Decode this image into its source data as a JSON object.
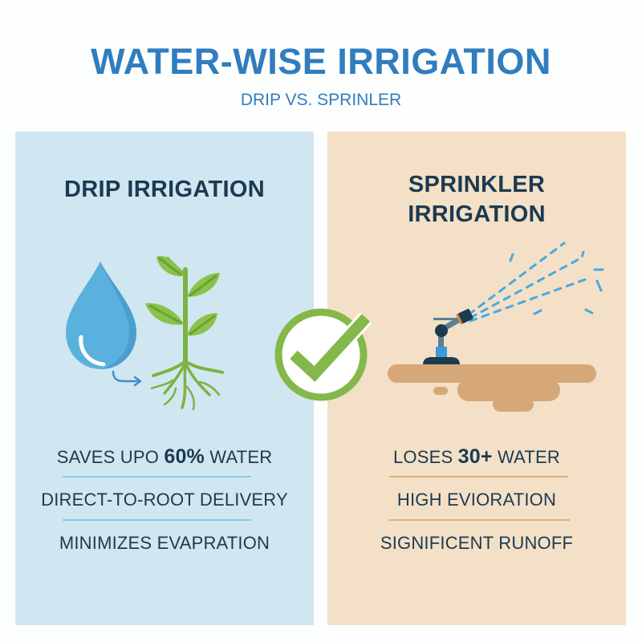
{
  "header": {
    "title": "WATER-WISE IRRIGATION",
    "subtitle": "DRIP VS. SPRINLER"
  },
  "colors": {
    "title_blue": "#2f7dbf",
    "heading_navy": "#1c3a50",
    "drip_panel_bg": "#d0e7f1",
    "sprinkler_panel_bg": "#f3e0c7",
    "drip_divider": "#8ec8e6",
    "sprinkler_divider": "#e0b27c",
    "check_green": "#84b84a",
    "water_blue": "#5bb1dd",
    "leaf_green": "#8bc34a",
    "soil_tan": "#d6a877",
    "spray_blue": "#4aa9de"
  },
  "drip": {
    "heading": "DRIP IRRIGATION",
    "icons": [
      "water-drop-icon",
      "arrow-icon",
      "plant-roots-icon"
    ],
    "stats": [
      {
        "prefix": "SAVES UPO ",
        "highlight": "60%",
        "suffix": " WATER"
      },
      {
        "prefix": "DIRECT-TO-ROOT DELIVERY",
        "highlight": "",
        "suffix": ""
      },
      {
        "prefix": "MINIMIZES EVAPRATION",
        "highlight": "",
        "suffix": ""
      }
    ]
  },
  "sprinkler": {
    "heading_line1": "SPRINKLER",
    "heading_line2": "IRRIGATION",
    "icons": [
      "sprinkler-icon",
      "water-spray-icon",
      "soil-puddle-icon"
    ],
    "stats": [
      {
        "prefix": "LOSES ",
        "highlight": "30+",
        "suffix": " WATER"
      },
      {
        "prefix": "HIGH EVIORATION",
        "highlight": "",
        "suffix": ""
      },
      {
        "prefix": "SIGNIFICENT RUNOFF",
        "highlight": "",
        "suffix": ""
      }
    ]
  },
  "center_badge": {
    "icon": "check-circle-icon"
  }
}
